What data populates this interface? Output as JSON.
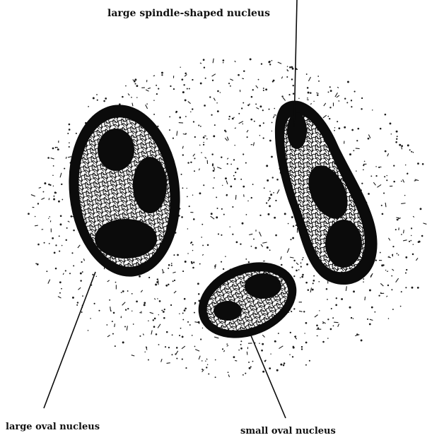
{
  "labels": {
    "spindle": "large spindle-shaped nucleus",
    "large_oval": "large oval nucleus",
    "small_oval": "small oval nucleus"
  },
  "colors": {
    "ink": "#0b0b0b",
    "paper": "#ffffff",
    "stipple": "#1a1a1a"
  }
}
